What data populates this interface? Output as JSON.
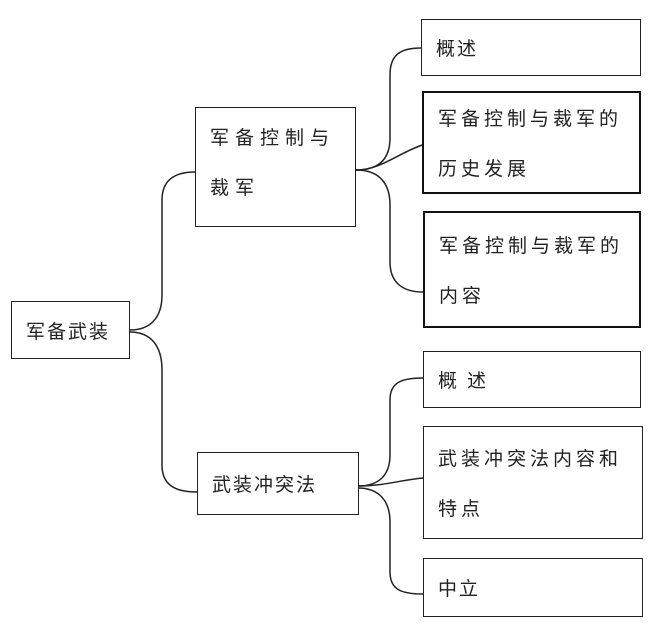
{
  "diagram": {
    "root": {
      "label": "军备武装"
    },
    "branches": [
      {
        "label": "军备控制与裁军",
        "children": [
          {
            "label": "概述"
          },
          {
            "label": "军备控制与裁军的历史发展"
          },
          {
            "label": "军备控制与裁军的内容"
          }
        ]
      },
      {
        "label": "武装冲突法",
        "children": [
          {
            "label": "概 述"
          },
          {
            "label": "武装冲突法内容和特点"
          },
          {
            "label": "中立"
          }
        ]
      }
    ]
  }
}
